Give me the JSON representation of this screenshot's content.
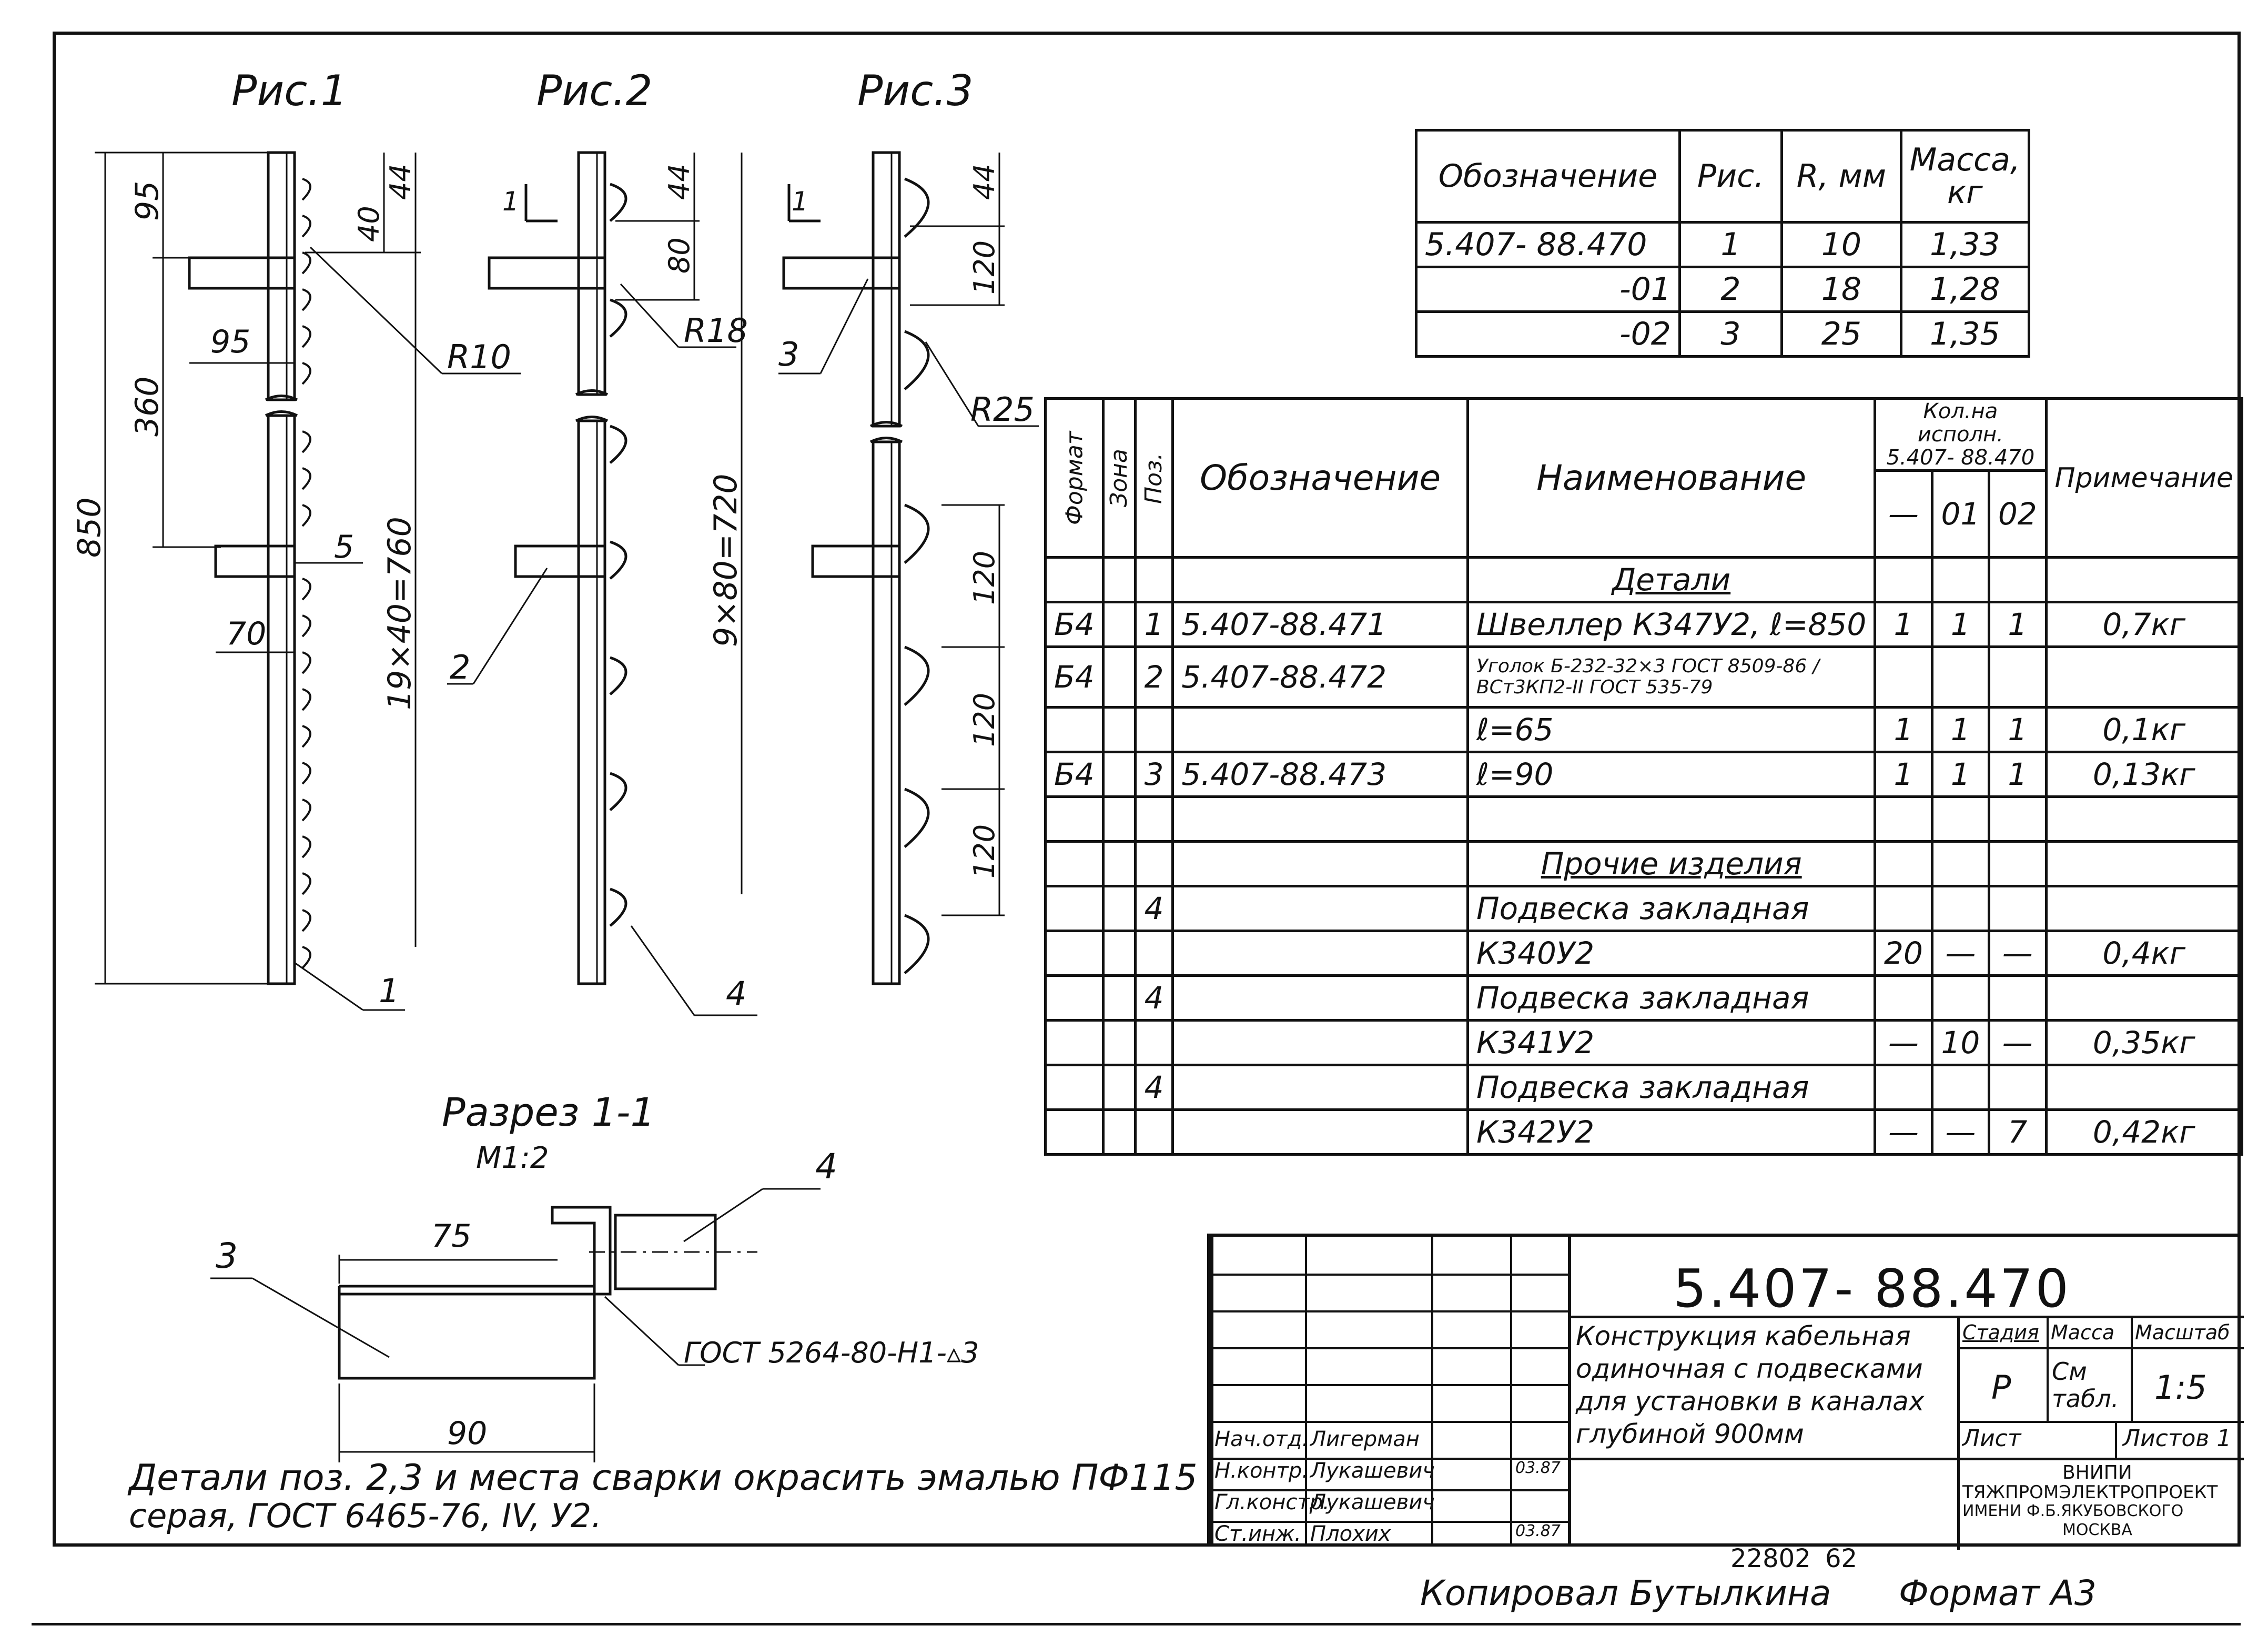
{
  "figures": {
    "fig1_title": "Рис.1",
    "fig2_title": "Рис.2",
    "fig3_title": "Рис.3",
    "fig1_dims": [
      "95",
      "360",
      "850",
      "95",
      "70",
      "44",
      "40",
      "19×40=760",
      "R10",
      "5",
      "1"
    ],
    "fig2_dims": [
      "44",
      "80",
      "R18",
      "9×80=720",
      "1",
      "2",
      "4"
    ],
    "fig3_dims": [
      "44",
      "120",
      "R25",
      "120",
      "120",
      "120",
      "3"
    ],
    "section_cut": "1",
    "section_title": "Разрез 1-1",
    "section_scale": "M1:2",
    "section_dims": [
      "75",
      "90",
      "3",
      "4"
    ],
    "weld_note": "ГОСТ 5264-80-Н1-▵3"
  },
  "mass_table": {
    "headers": [
      "Обозначение",
      "Рис.",
      "R, мм",
      "Масса, кг"
    ],
    "rows": [
      [
        "5.407- 88.470",
        "1",
        "10",
        "1,33"
      ],
      [
        "-01",
        "2",
        "18",
        "1,28"
      ],
      [
        "-02",
        "3",
        "25",
        "1,35"
      ]
    ]
  },
  "spec_table": {
    "headers": {
      "format": "Формат",
      "zone": "Зона",
      "pos": "Поз.",
      "designation": "Обозначение",
      "name": "Наименование",
      "qty": "Кол.на исполн. 5.407- 88.470",
      "qty_cols": [
        "—",
        "01",
        "02"
      ],
      "note": "Примечание"
    },
    "sections": {
      "details": "Детали",
      "other": "Прочие изделия"
    },
    "rows": [
      {
        "format": "Б4",
        "zone": "",
        "pos": "1",
        "designation": "5.407-88.471",
        "name": "Швеллер К347У2, ℓ=850",
        "q0": "1",
        "q1": "1",
        "q2": "1",
        "note": "0,7кг"
      },
      {
        "format": "Б4",
        "zone": "",
        "pos": "2",
        "designation": "5.407-88.472",
        "name": "Уголок Б-232-32×3 ГОСТ 8509-86 / ВСт3КП2-II ГОСТ 535-79",
        "q0": "",
        "q1": "",
        "q2": "",
        "note": ""
      },
      {
        "format": "",
        "zone": "",
        "pos": "",
        "designation": "",
        "name": "ℓ=65",
        "q0": "1",
        "q1": "1",
        "q2": "1",
        "note": "0,1кг"
      },
      {
        "format": "Б4",
        "zone": "",
        "pos": "3",
        "designation": "5.407-88.473",
        "name": "ℓ=90",
        "q0": "1",
        "q1": "1",
        "q2": "1",
        "note": "0,13кг"
      },
      {
        "format": "",
        "zone": "",
        "pos": "4",
        "designation": "",
        "name": "Подвеска закладная",
        "q0": "",
        "q1": "",
        "q2": "",
        "note": ""
      },
      {
        "format": "",
        "zone": "",
        "pos": "",
        "designation": "",
        "name": "К340У2",
        "q0": "20",
        "q1": "—",
        "q2": "—",
        "note": "0,4кг"
      },
      {
        "format": "",
        "zone": "",
        "pos": "4",
        "designation": "",
        "name": "Подвеска закладная",
        "q0": "",
        "q1": "",
        "q2": "",
        "note": ""
      },
      {
        "format": "",
        "zone": "",
        "pos": "",
        "designation": "",
        "name": "К341У2",
        "q0": "—",
        "q1": "10",
        "q2": "—",
        "note": "0,35кг"
      },
      {
        "format": "",
        "zone": "",
        "pos": "4",
        "designation": "",
        "name": "Подвеска закладная",
        "q0": "",
        "q1": "",
        "q2": "",
        "note": ""
      },
      {
        "format": "",
        "zone": "",
        "pos": "",
        "designation": "",
        "name": "К342У2",
        "q0": "—",
        "q1": "—",
        "q2": "7",
        "note": "0,42кг"
      }
    ]
  },
  "title_block": {
    "doc_number": "5.407- 88.470",
    "title_lines": [
      "Конструкция кабельная",
      "одиночная с подвесками",
      "для установки в каналах",
      "глубиной 900мм"
    ],
    "stage_label": "Стадия",
    "stage_value": "Р",
    "mass_label": "Масса",
    "mass_value": "См табл.",
    "scale_label": "Масштаб",
    "scale_value": "1:5",
    "sheet_label": "Лист",
    "sheets_label": "Листов 1",
    "org": [
      "ВНИПИ",
      "ТЯЖПРОМЭЛЕКТРОПРОЕКТ",
      "ИМЕНИ Ф.Б.ЯКУБОВСКОГО",
      "МОСКВА"
    ],
    "signatures": [
      {
        "role": "Нач.отд.",
        "name": "Лигерман",
        "date": ""
      },
      {
        "role": "Н.контр.",
        "name": "Лукашевич",
        "date": "03.87"
      },
      {
        "role": "Гл.констр.",
        "name": "Лукашевич",
        "date": ""
      },
      {
        "role": "Ст.инж.",
        "name": "Плохих",
        "date": "03.87"
      }
    ]
  },
  "notes": {
    "paint_line1": "Детали поз. 2,3 и места сварки окрасить эмалью ПФ115",
    "paint_line2": "серая, ГОСТ 6465-76, IV, У2."
  },
  "footer": {
    "copied": "Копировал Бутылкина",
    "order": "22802",
    "order2": "62",
    "format": "Формат А3"
  }
}
